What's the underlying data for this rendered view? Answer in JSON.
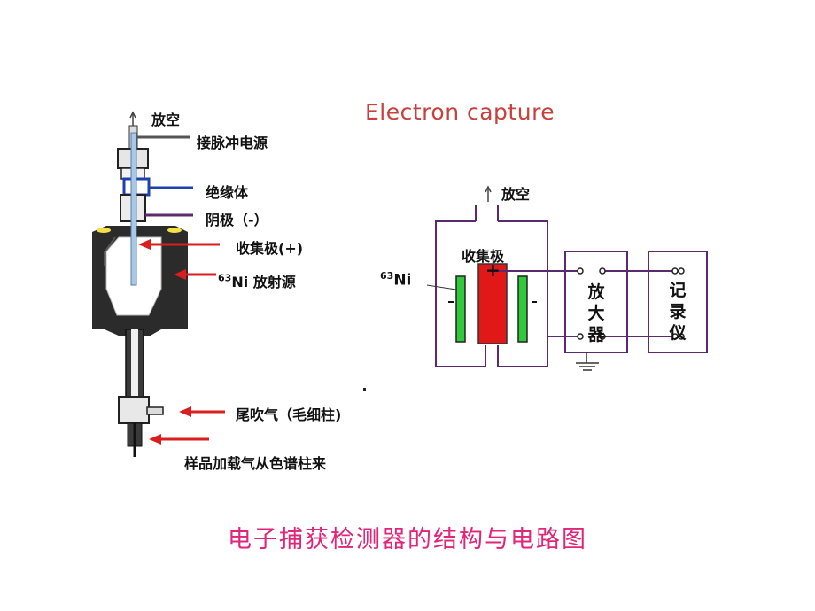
{
  "title": "Electron capture",
  "caption": "电子捕获检测器的结构与电路图",
  "detector_labels": {
    "vent": "放空",
    "pulse": "接脉冲电源",
    "insulator": "绝缘体",
    "cathode": "阴极（-）",
    "collector": "收集极(+)",
    "ni_sup": "63",
    "ni_text": "Ni 放射源",
    "makeup_gas": "尾吹气（毛细柱)",
    "sample_gas": "样品加载气从色谱柱来"
  },
  "circuit_labels": {
    "vent": "放空",
    "collector": "收集极",
    "ni_sup": "63",
    "ni_text": "Ni",
    "amplifier": "放大器",
    "recorder": "记录仪",
    "plus": "+",
    "minus_left": "–",
    "minus_right": "–"
  },
  "colors": {
    "title": "#c8413c",
    "caption": "#e0257a",
    "arrow": "#d81e1e",
    "body_dark": "#2b2b2b",
    "electrode_green": "#2fc93a",
    "collector_red": "#e01818",
    "wire_purple": "#5a2a6e",
    "insulator_blue": "#1f3fb0"
  }
}
